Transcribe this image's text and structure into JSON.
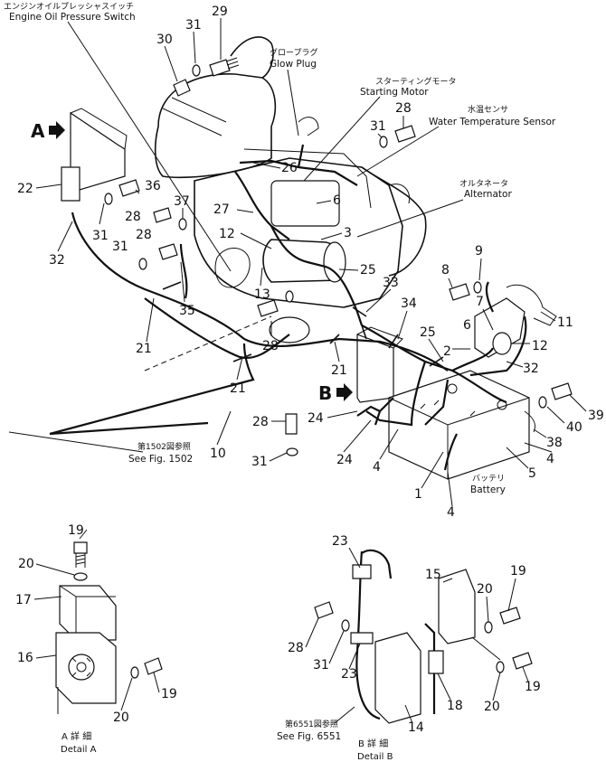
{
  "callouts": [
    {
      "jp": "エンジンオイルプレッシャスイッチ",
      "en": "Engine Oil Pressure Switch"
    },
    {
      "jp": "グロープラグ",
      "en": "Glow Plug"
    },
    {
      "jp": "スターティングモータ",
      "en": "Starting Motor"
    },
    {
      "jp": "水温センサ",
      "en": "Water Temperature Sensor"
    },
    {
      "jp": "オルタネータ",
      "en": "Alternator"
    },
    {
      "jp": "バッテリ",
      "en": "Battery"
    }
  ],
  "refs": [
    {
      "jp": "第1502図参照",
      "en": "See Fig. 1502"
    },
    {
      "jp": "第6551図参照",
      "en": "See Fig. 6551"
    }
  ],
  "detail_a": {
    "jp": "A 詳 細",
    "en": "Detail A"
  },
  "detail_b": {
    "jp": "B 詳 細",
    "en": "Detail B"
  },
  "view_a": "A",
  "view_b": "B",
  "part_numbers": [
    "29",
    "31",
    "30",
    "28",
    "31",
    "26",
    "6",
    "27",
    "12",
    "3",
    "13",
    "25",
    "22",
    "28",
    "36",
    "37",
    "31",
    "28",
    "32",
    "35",
    "31",
    "28",
    "33",
    "34",
    "21",
    "21",
    "21",
    "10",
    "9",
    "8",
    "7",
    "6",
    "11",
    "2",
    "12",
    "25",
    "32",
    "40",
    "39",
    "38",
    "4",
    "5",
    "1",
    "4",
    "28",
    "31",
    "24",
    "24",
    "4",
    "19",
    "20",
    "17",
    "16",
    "20",
    "19",
    "23",
    "15",
    "20",
    "19",
    "28",
    "31",
    "23",
    "18",
    "20",
    "19",
    "14"
  ]
}
